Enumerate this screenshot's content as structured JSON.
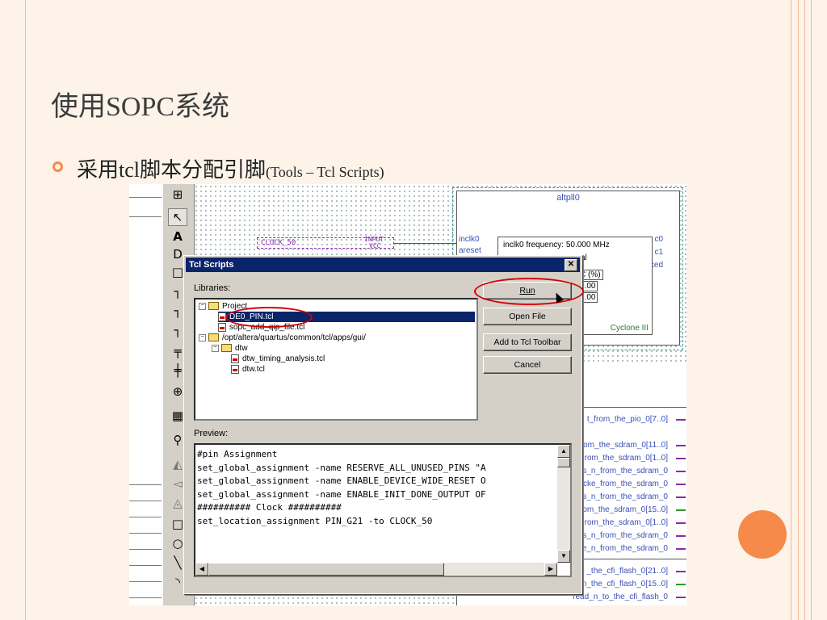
{
  "slide": {
    "title": "使用SOPC系统",
    "bullet_main": "采用tcl脚本分配引脚",
    "bullet_sub": "(Tools – Tcl Scripts)",
    "accent_color": "#f58a4b"
  },
  "schematic": {
    "clock_pin_label": "CLOCK_50",
    "input_label": "INPUT",
    "vcc_label": "VCC",
    "altpll_title": "altpll0",
    "ports_left": [
      "inclk0",
      "areset"
    ],
    "ports_right": [
      "c0",
      "c1",
      "locked"
    ],
    "inner_freq": "inclk0 frequency: 50.000 MHz",
    "inner_operation": "al",
    "inner_col": "C (%)",
    "inner_v1": "0.00",
    "inner_v2": "0.00",
    "device": "Cyclone III",
    "right_outputs": [
      "t_from_the_pio_0[7..0]",
      "om_the_sdram_0[11..0]",
      "rom_the_sdram_0[1..0]",
      "s_n_from_the_sdram_0",
      "cke_from_the_sdram_0",
      "s_n_from_the_sdram_0",
      "om_the_sdram_0[15..0]",
      "rom_the_sdram_0[1..0]",
      "s_n_from_the_sdram_0",
      "e_n_from_the_sdram_0",
      "_the_cfi_flash_0[21..0]",
      "data_to_and_from_the_cfi_flash_0[15..0]",
      "read_n_to_the_cfi_flash_0"
    ]
  },
  "dialog": {
    "title": "Tcl Scripts",
    "close_glyph": "✕",
    "libraries_label": "Libraries:",
    "tree": [
      {
        "label": "Project",
        "type": "folder",
        "expander": "−"
      },
      {
        "label": "DE0_PIN.tcl",
        "type": "file",
        "selected": true
      },
      {
        "label": "sopc_add_qip_file.tcl",
        "type": "file"
      },
      {
        "label": "/opt/altera/quartus/common/tcl/apps/gui/",
        "type": "folder",
        "expander": "−"
      },
      {
        "label": "dtw",
        "type": "folder",
        "expander": "−"
      },
      {
        "label": "dtw_timing_analysis.tcl",
        "type": "file"
      },
      {
        "label": "dtw.tcl",
        "type": "file"
      }
    ],
    "buttons": {
      "run": "Run",
      "open_file": "Open File",
      "add_toolbar": "Add to Tcl Toolbar",
      "cancel": "Cancel"
    },
    "preview_label": "Preview:",
    "preview_lines": [
      "#pin Assignment",
      "",
      "set_global_assignment -name RESERVE_ALL_UNUSED_PINS \"A",
      "set_global_assignment -name ENABLE_DEVICE_WIDE_RESET O",
      "set_global_assignment -name ENABLE_INIT_DONE_OUTPUT OF",
      "",
      "########## Clock ##########",
      "set_location_assignment PIN_G21 -to CLOCK_50"
    ]
  }
}
